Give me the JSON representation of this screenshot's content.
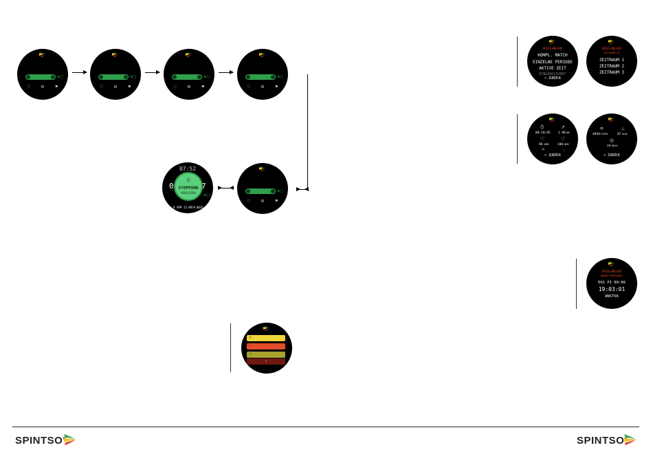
{
  "colors": {
    "watch_bg": "#000000",
    "accent_green": "#2f9e4b",
    "accent_red": "#e8452b",
    "logo_yellow": "#f2c21b",
    "logo_green": "#3fa34d",
    "logo_red": "#e04a2a"
  },
  "watch_icons": [
    "heart-icon",
    "settings-icon",
    "activity-icon"
  ],
  "battery_label": "≡□",
  "stop_overlay": {
    "time_top": "07:52",
    "time_left": "0",
    "time_right": "7",
    "label_line1": "STOPPUHR",
    "label_line2": "VERLASSEN",
    "stat_left": "0 SPM",
    "stat_mid": "13 KM/H",
    "stat_right": "0035"
  },
  "match_menu": {
    "header": "SPIELABLAUF",
    "items": [
      "KOMPL. MATCH",
      "EINZELNE PERIODE",
      "AKTIVE ZEIT",
      "EINGANGSPUNKT"
    ],
    "back": "< ZURÜCK"
  },
  "period_menu": {
    "header": "SPIELABLAUF",
    "subheader": "ZEITRAUM #2",
    "items": [
      "ZEITRAUM 1",
      "ZEITRAUM 2",
      "ZEITRAUM 3"
    ]
  },
  "stats_a": {
    "time": "00:18:05",
    "distance": "1.98",
    "distance_unit": "KM",
    "hr_left": "98",
    "hr_left_unit": "BPM",
    "hr_right": "188",
    "hr_right_unit": "BPM",
    "back": "< ZURÜCK"
  },
  "stats_b": {
    "steps": "4030",
    "steps_unit": "STEPS",
    "kcal": "87",
    "kcal_unit": "KCAL",
    "speed": "24",
    "speed_unit": "KM/H",
    "back": "< ZURÜCK"
  },
  "log_screen": {
    "header": "SPIELABLAUF",
    "subheader": "ANKUNFTSPROTOKOLL",
    "line1": "E01 P1 00:00",
    "time": "19:03:01",
    "label": "ANSTOß"
  },
  "color_menu": {
    "bars": [
      {
        "color": "#f0d53a",
        "icon": "☼"
      },
      {
        "color": "#e44d2a",
        "icon": "▱"
      },
      {
        "color": "#a9a32e",
        "icon": "☼"
      },
      {
        "color": "#6e1a10",
        "icon": "‹"
      }
    ]
  },
  "footer": {
    "brand_left": "SPINTSO",
    "brand_right": "SPINTSO",
    "registered": "®"
  }
}
